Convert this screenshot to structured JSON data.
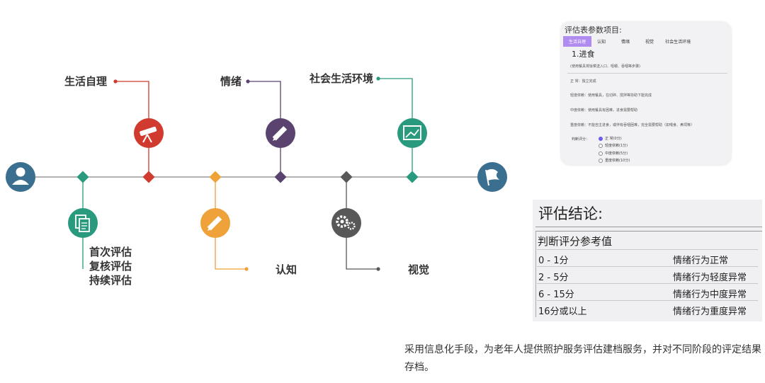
{
  "timeline": {
    "stages": [
      "生活自理",
      "情绪",
      "社会生活环境",
      "认知",
      "视觉"
    ],
    "first_eval": [
      "首次评估",
      "复核评估",
      "持续评估"
    ],
    "colors": {
      "person": "#3a6f8f",
      "green": "#2a9a7e",
      "red": "#d13a2e",
      "orange": "#efa13a",
      "purple": "#5b4370",
      "gray": "#585858",
      "line": "#9a9a9a",
      "flag": "#3a6f8f"
    },
    "icons": {
      "start": "person-icon",
      "first_eval": "documents-icon",
      "self_care": "telescope-icon",
      "cognition": "pencil-icon",
      "emotion": "pencil-icon",
      "vision": "gears-icon",
      "social": "picture-icon",
      "end": "flag-icon"
    }
  },
  "form_card": {
    "title": "评估表参数项目:",
    "tabs": [
      "生活自理",
      "认知",
      "情绪",
      "视觉",
      "社会生活环境"
    ],
    "active_tab": "生活自理",
    "item_heading": "1.进食",
    "lines": [
      "(使用餐具将饭菜送入口、咀嚼、吞咽等步骤)",
      "正 常：独立完成",
      "轻度依赖：使用餐具，在切碎、搅拌等协助下能完成",
      "中度依赖：使用餐具有困难，进食需要帮助",
      "重度依赖：不能自主进食，或伴有吞咽困难，完全需要帮助（如喂食、鼻饲等）"
    ],
    "radio_label": "判断评分：",
    "radio_options": [
      "正 常(0分)",
      "轻度依赖(1分)",
      "中度依赖(5分)",
      "重度依赖(10分)"
    ]
  },
  "conclusion": {
    "title": "评估结论:",
    "subtitle": "判断评分参考值",
    "rows": [
      {
        "range": "0 - 1分",
        "result": "情绪行为正常"
      },
      {
        "range": "2 - 5分",
        "result": "情绪行为轻度异常"
      },
      {
        "range": "6 - 15分",
        "result": "情绪行为中度异常"
      },
      {
        "range": "16分或以上",
        "result": "情绪行为重度异常"
      }
    ]
  },
  "description": "采用信息化手段，为老年人提供照护服务评估建档服务，并对不同阶段的评定结果存档。"
}
